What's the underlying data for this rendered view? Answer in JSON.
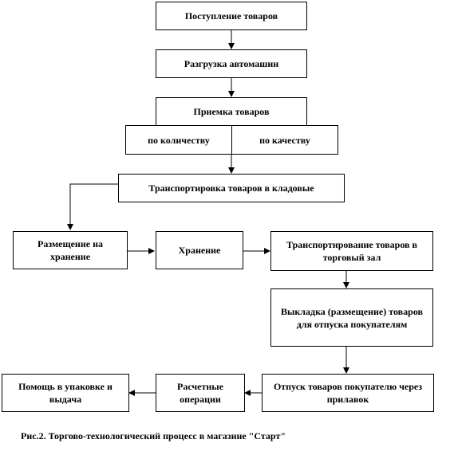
{
  "nodes": {
    "receipt": "Поступление товаров",
    "unloading": "Разгрузка автомашин",
    "acceptance": "Приемка товаров",
    "by_quantity": "по количеству",
    "by_quality": "по качеству",
    "transport_storage": "Транспортировка товаров в кладовые",
    "placement": "Размещение на хранение",
    "storage": "Хранение",
    "transport_hall": "Транспортирование товаров в торговый зал",
    "display": "Выкладка (размещение) товаров для отпуска покупателям",
    "dispense": "Отпуск товаров покупателю через прилавок",
    "settlement": "Расчетные операции",
    "packing": "Помощь в упаковке и выдача"
  },
  "caption": "Рис.2. Торгово-технологический процесс в магазине \"Старт\""
}
